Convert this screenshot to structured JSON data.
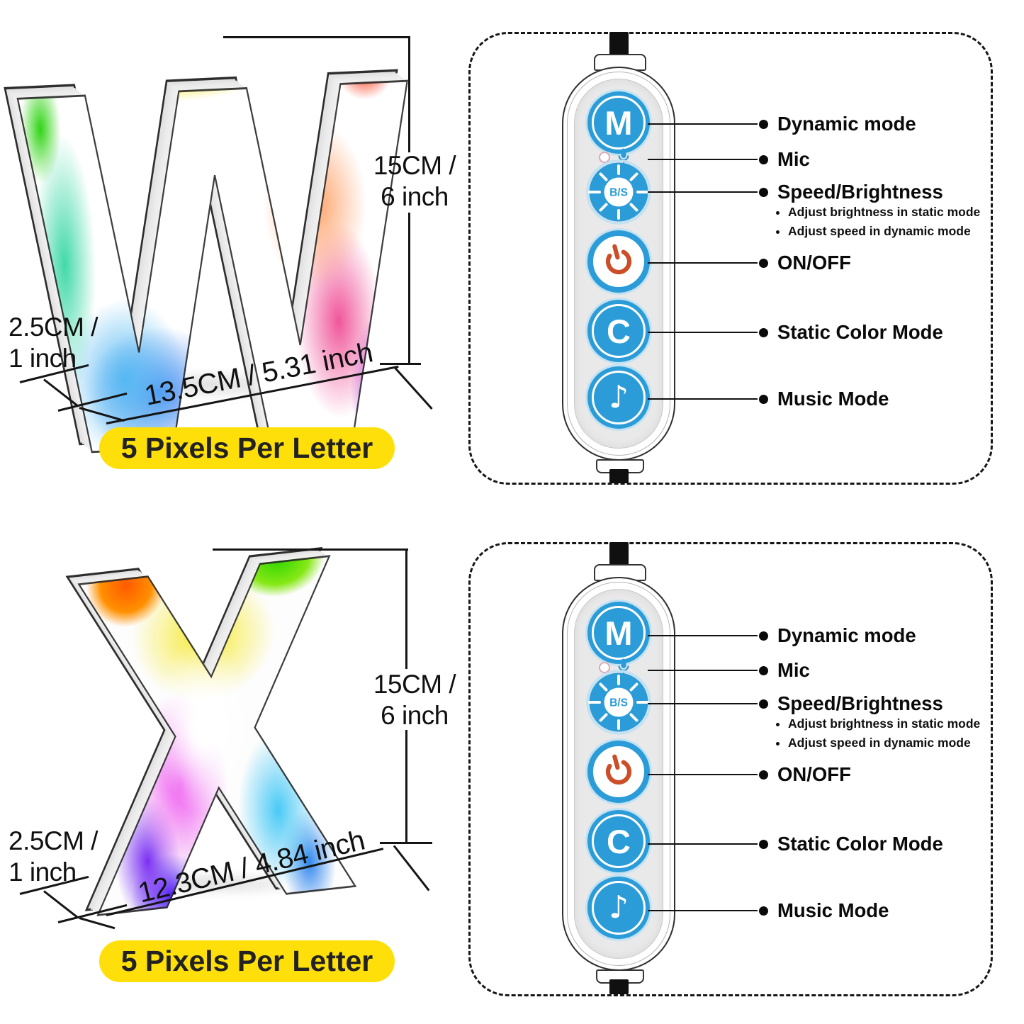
{
  "colors": {
    "button_blue": "#2B9CD8",
    "button_halo": "#C2E2F3",
    "power_orange": "#CC4E28",
    "badge_yellow": "#FFDF0A",
    "annotation_black": "#0A0A0A"
  },
  "letters": [
    {
      "glyph": "W",
      "height_line1": "15CM /",
      "height_line2": "6 inch",
      "depth_line1": "2.5CM /",
      "depth_line2": "1 inch",
      "width_label": "13.5CM / 5.31 inch",
      "badge_label": "5 Pixels Per Letter"
    },
    {
      "glyph": "X",
      "height_line1": "15CM /",
      "height_line2": "6 inch",
      "depth_line1": "2.5CM /",
      "depth_line2": "1 inch",
      "width_label": "12.3CM / 4.84 inch",
      "badge_label": "5 Pixels Per Letter"
    }
  ],
  "controller": {
    "buttons": {
      "mode_glyph": "M",
      "speed_glyph": "B/S",
      "static_glyph": "C",
      "music_glyph": "♪"
    },
    "labels": {
      "mode": "Dynamic mode",
      "mic": "Mic",
      "speed": "Speed/Brightness",
      "speed_note1": "Adjust brightness in static mode",
      "speed_note2": "Adjust speed in dynamic mode",
      "power": "ON/OFF",
      "static_color": "Static Color Mode",
      "music": "Music Mode"
    }
  }
}
